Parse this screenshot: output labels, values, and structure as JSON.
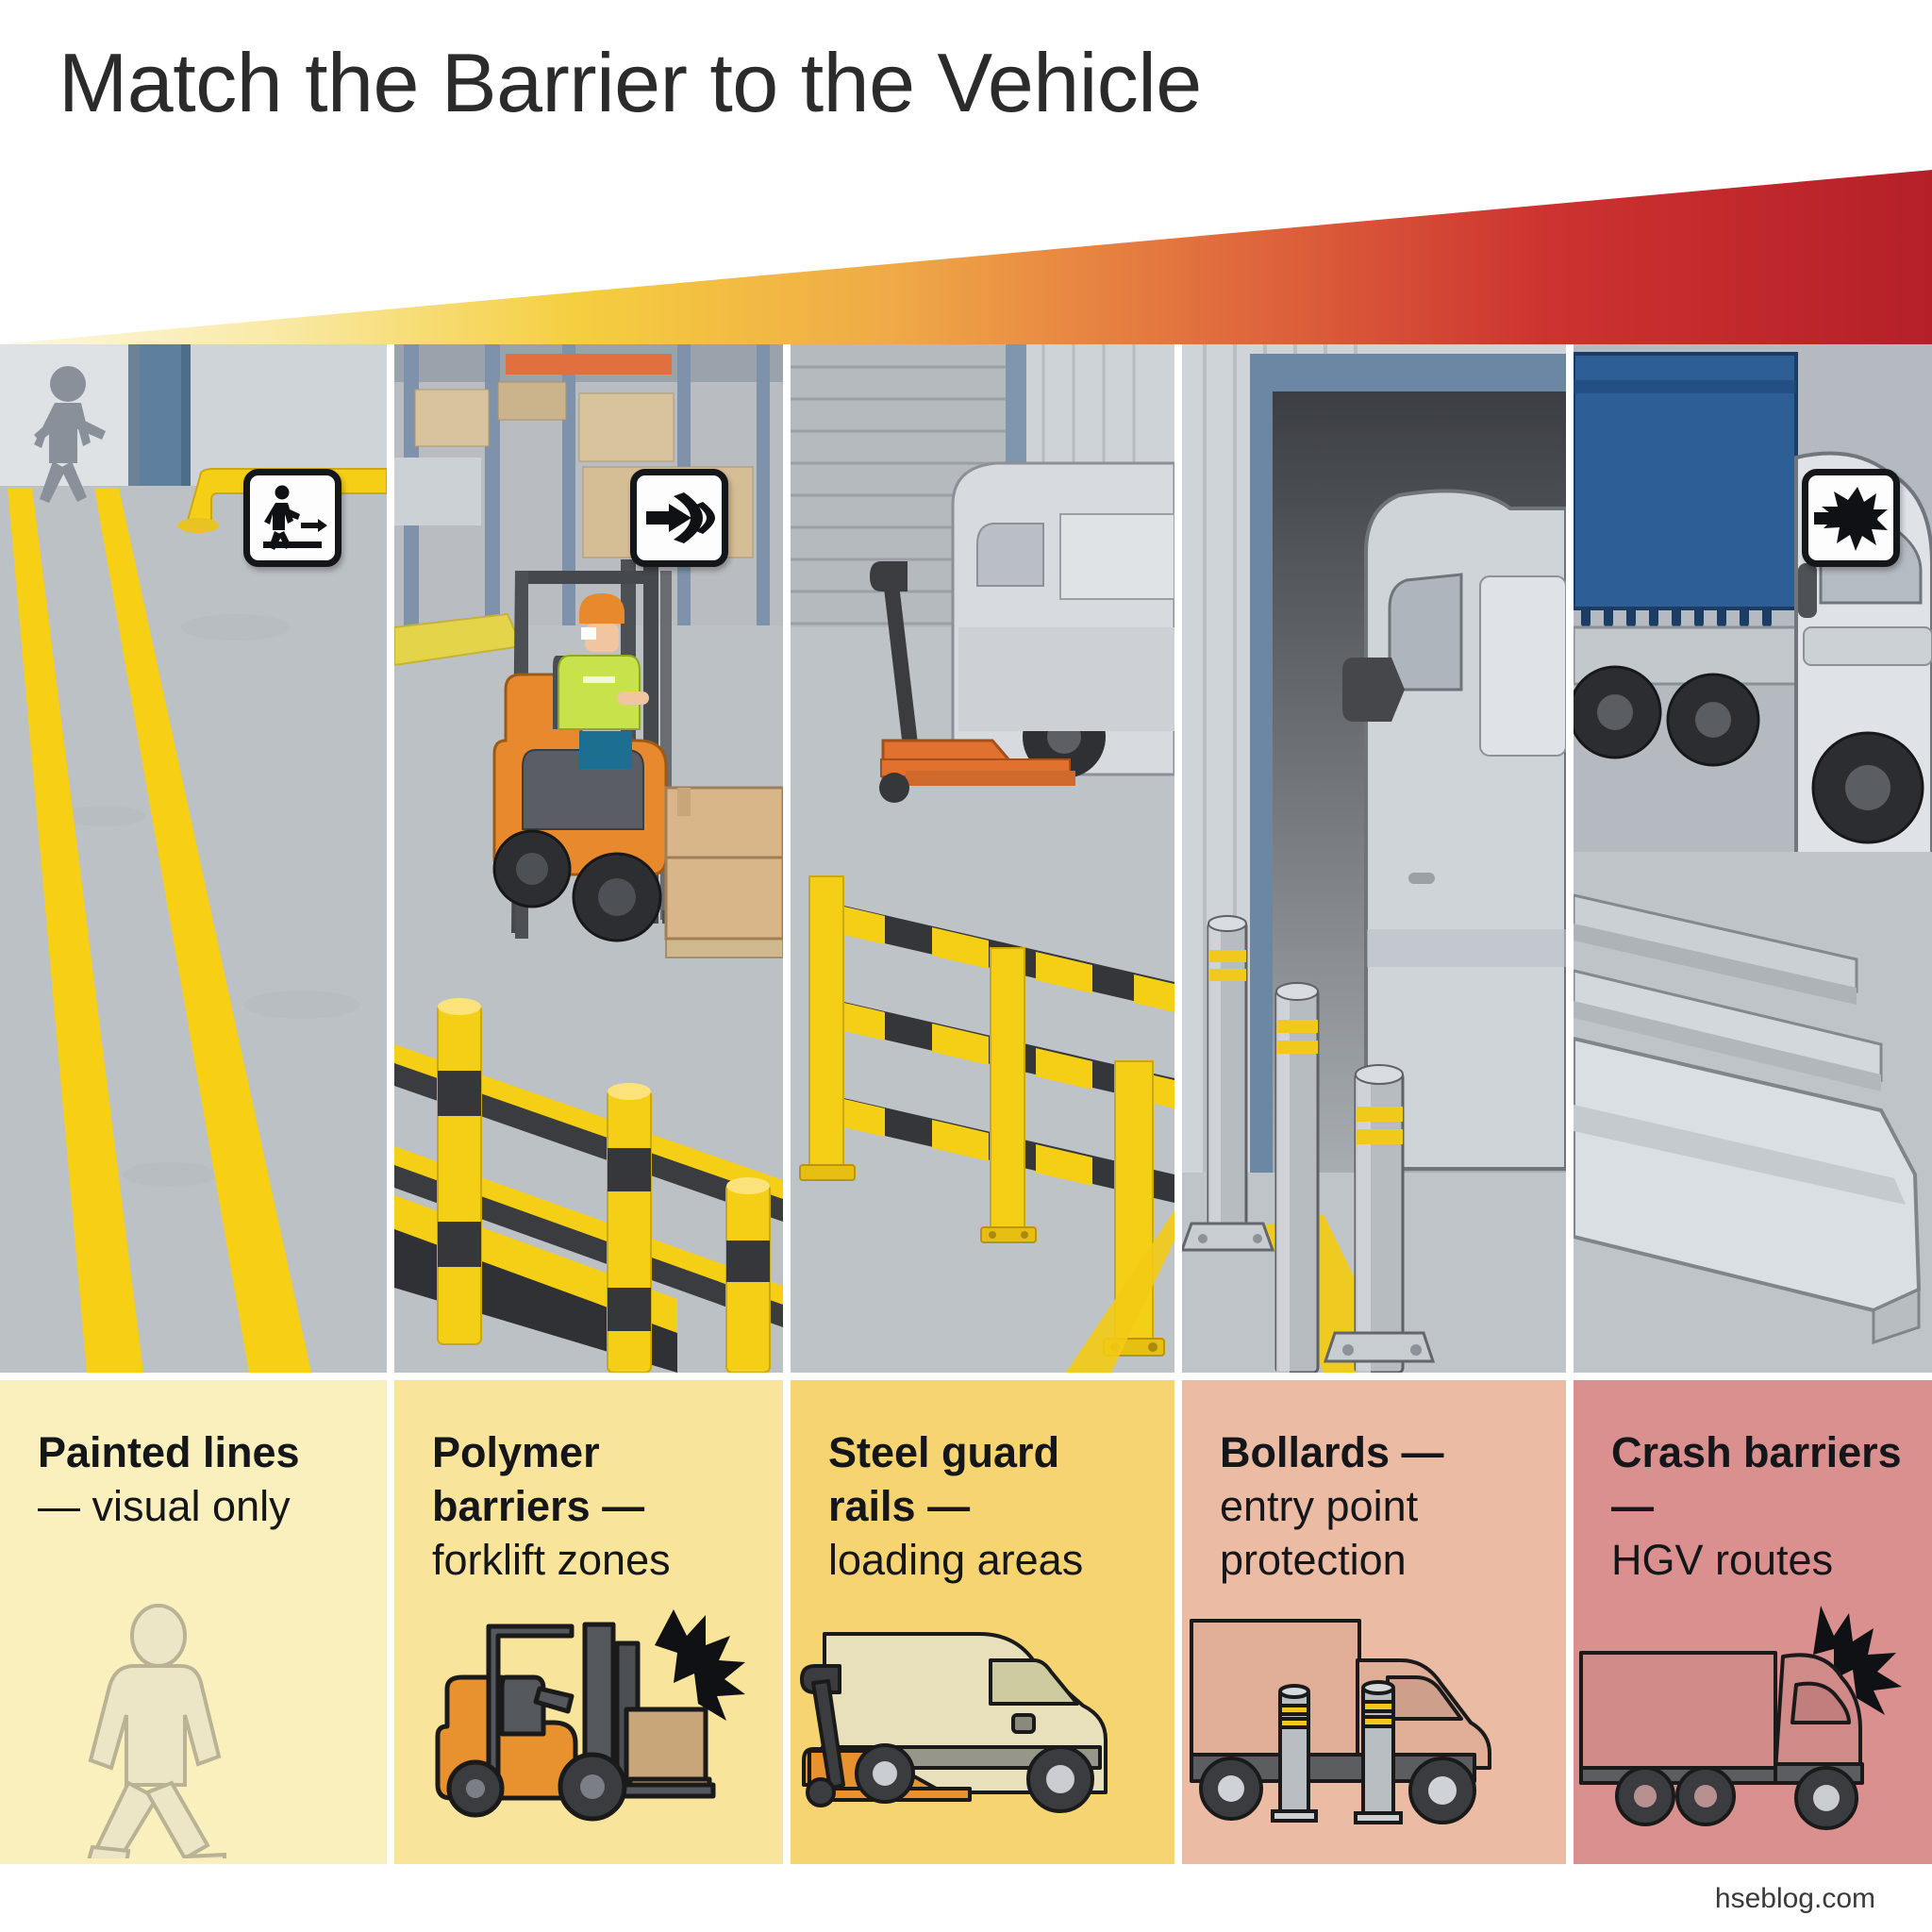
{
  "header": {
    "title": "Match the Barrier to the Vehicle"
  },
  "gradient": {
    "name": "escalation-gradient",
    "stops": [
      "#fdf8e2",
      "#f7e27a",
      "#f5c93f",
      "#ef9b4a",
      "#e0603c",
      "#c4262e",
      "#b51f28"
    ],
    "meaning": "increasing impact severity left to right"
  },
  "panels": [
    {
      "id": "painted-lines",
      "badge_icon": "pedestrian-walking-arrow-icon",
      "scene": "warehouse aisle floor with two yellow painted lines and a walking person near a blue door frame",
      "accent": "#F5CE16"
    },
    {
      "id": "polymer-barriers",
      "badge_icon": "impact-deflection-icon",
      "scene": "orange forklift with hi-vis operator carrying a pallet of cartons behind yellow and black polymer guard rails",
      "accent": "#F5CE16"
    },
    {
      "id": "steel-guard-rails",
      "badge_icon": "none",
      "scene": "loading bay with pallet truck and white van behind yellow and black steel guard rails",
      "accent": "#F5CE16"
    },
    {
      "id": "bollards",
      "badge_icon": "none",
      "scene": "silver van at a roller shutter doorway protected by steel bollards with yellow reflective bands",
      "accent": "#C9CDD2"
    },
    {
      "id": "crash-barriers",
      "badge_icon": "impact-burst-arrow-icon",
      "scene": "blue curtain-side HGV beside a concrete and steel crash barrier",
      "accent": "#2E5E96"
    }
  ],
  "captions": [
    {
      "bold": "Painted lines",
      "rest": "— visual only",
      "bg": "#F9F0BE",
      "art": "pedestrian-silhouette-icon"
    },
    {
      "bold": "Polymer barriers —",
      "rest": "forklift zones",
      "bg": "#F8E49A",
      "art": "forklift-impact-icon"
    },
    {
      "bold": "Steel guard rails —",
      "rest": "loading areas",
      "bg": "#F5D471",
      "art": "pallet-truck-van-icon"
    },
    {
      "bold": "Bollards —",
      "rest": "entry point protection",
      "bg": "#EBBBA4",
      "art": "box-truck-bollards-icon"
    },
    {
      "bold": "Crash barriers —",
      "rest": "HGV routes",
      "bg": "#D9908E",
      "art": "hgv-impact-icon"
    }
  ],
  "footer": {
    "watermark": "hseblog.com"
  }
}
